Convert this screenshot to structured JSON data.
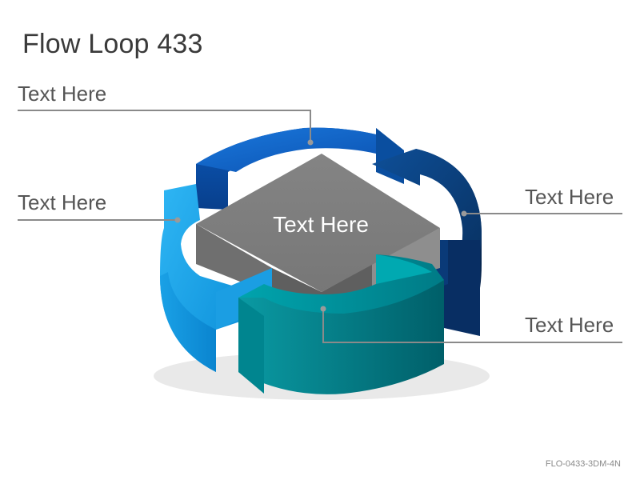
{
  "title": "Flow Loop 433",
  "callouts": {
    "top": "Text Here",
    "left": "Text Here",
    "right": "Text Here",
    "bottom_right": "Text Here"
  },
  "center": {
    "label": "Text Here"
  },
  "footer": {
    "code": "FLO-0433-3DM-4N"
  },
  "colors": {
    "segment_top": "#0a63c9",
    "segment_right": "#0b3c7a",
    "segment_bottom": "#009aa6",
    "segment_left": "#13a6ee",
    "center_block": "#7d7d7d",
    "leader_line": "#8a8a8a"
  }
}
